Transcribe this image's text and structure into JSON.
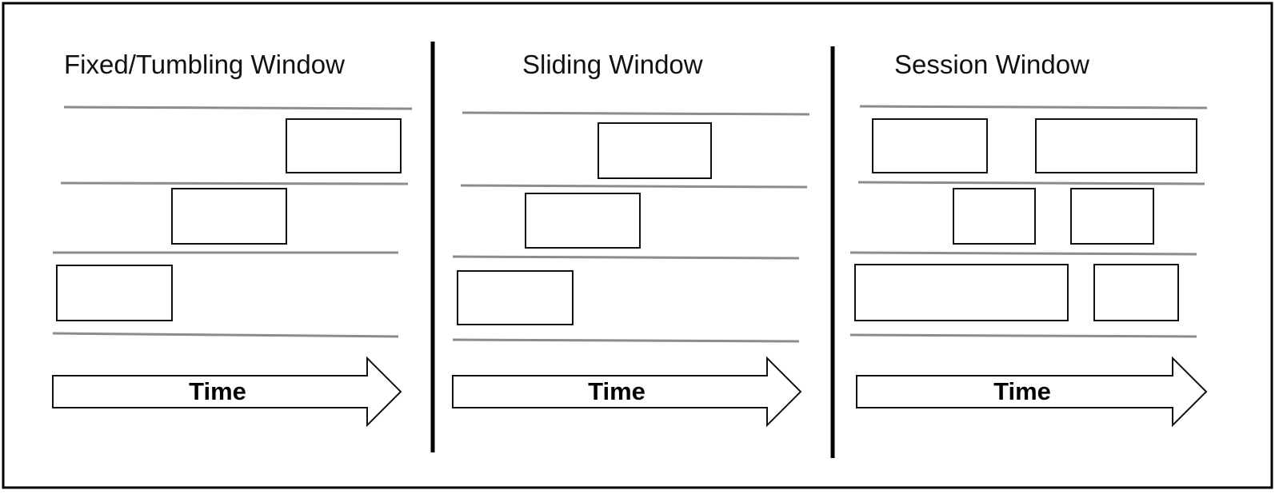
{
  "panels": [
    {
      "id": "fixed",
      "title": "Fixed/Tumbling Window",
      "axis_label": "Time"
    },
    {
      "id": "sliding",
      "title": "Sliding Window",
      "axis_label": "Time"
    },
    {
      "id": "session",
      "title": "Session Window",
      "axis_label": "Time"
    }
  ],
  "colors": {
    "lane_line": "#8c8c8c",
    "box_stroke": "#111111",
    "divider": "#000000"
  }
}
